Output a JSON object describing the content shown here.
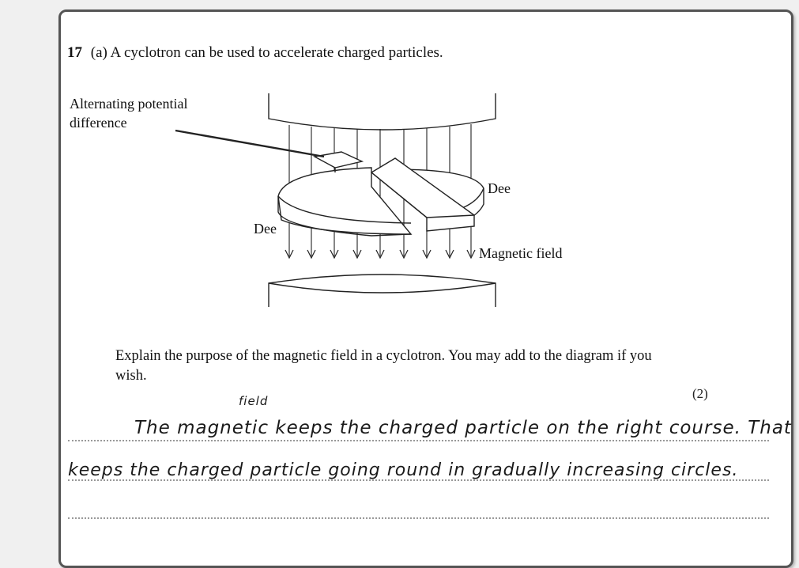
{
  "question": {
    "number": "17",
    "text": "(a) A cyclotron can be used to accelerate charged particles."
  },
  "diagram": {
    "label_apd": "Alternating potential difference",
    "label_dee_right": "Dee",
    "label_dee_left": "Dee",
    "label_field": "Magnetic field"
  },
  "instruction": "Explain the purpose of the magnetic field in a cyclotron.  You may add to the diagram if you wish.",
  "marks": "(2)",
  "answer": {
    "inserted_word": "field",
    "line1": "The magnetic keeps the charged particle on the right course. That",
    "line2": "keeps the charged particle going round in gradually increasing circles."
  }
}
